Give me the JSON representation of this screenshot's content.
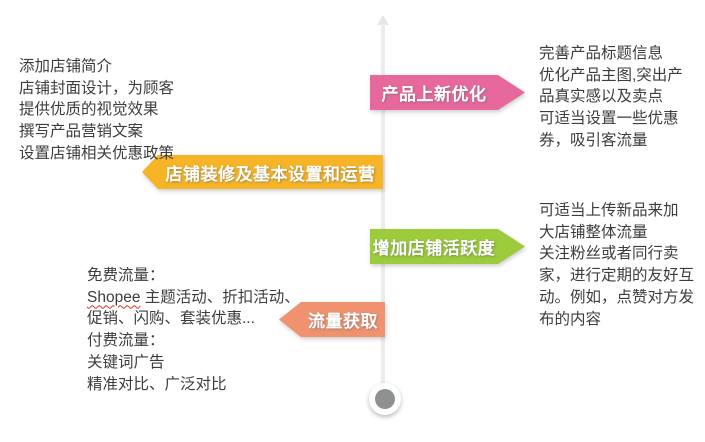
{
  "colors": {
    "background": "#ffffff",
    "timeline_line": "#ececec",
    "dot_outer": "#ffffff",
    "dot_inner": "#8d9192",
    "banner_pink": "#e7689c",
    "banner_yellow": "#f6b426",
    "banner_green": "#9ccb3b",
    "banner_salmon": "#f0926f",
    "note_text": "#3d3d3d",
    "spellcheck_underline": "#e0301e"
  },
  "banners": [
    {
      "id": "product-optimization",
      "label": "产品上新优化",
      "side": "right",
      "arrow_direction": "right"
    },
    {
      "id": "shop-setup-operation",
      "label": "店铺装修及基本设置和运营",
      "side": "left",
      "arrow_direction": "left"
    },
    {
      "id": "shop-activity",
      "label": "增加店铺活跃度",
      "side": "right",
      "arrow_direction": "right"
    },
    {
      "id": "traffic-acquisition",
      "label": "流量获取",
      "side": "left",
      "arrow_direction": "left"
    }
  ],
  "notes": {
    "left_top": {
      "lines": [
        "添加店铺简介",
        "店铺封面设计，为顾客",
        "提供优质的视觉效果",
        "撰写产品营销文案",
        "设置店铺相关优惠政策"
      ]
    },
    "right_top": {
      "lines": [
        "完善产品标题信息",
        "优化产品主图,突出产",
        "品真实感以及卖点",
        "可适当设置一些优惠",
        "券，吸引客流量"
      ]
    },
    "right_middle": {
      "lines": [
        "可适当上传新品来加",
        "大店铺整体流量",
        "关注粉丝或者同行卖",
        "家，进行定期的友好互",
        "动。例如，点赞对方发",
        "布的内容"
      ]
    },
    "left_bottom": {
      "line1": "免费流量：",
      "line2_word": "Shopee",
      "line2_rest": " 主题活动、折扣活动、",
      "line3": "促销、闪购、套装优惠...",
      "line4": "付费流量：",
      "line5": "关键词广告",
      "line6": "精准对比、广泛对比"
    }
  }
}
